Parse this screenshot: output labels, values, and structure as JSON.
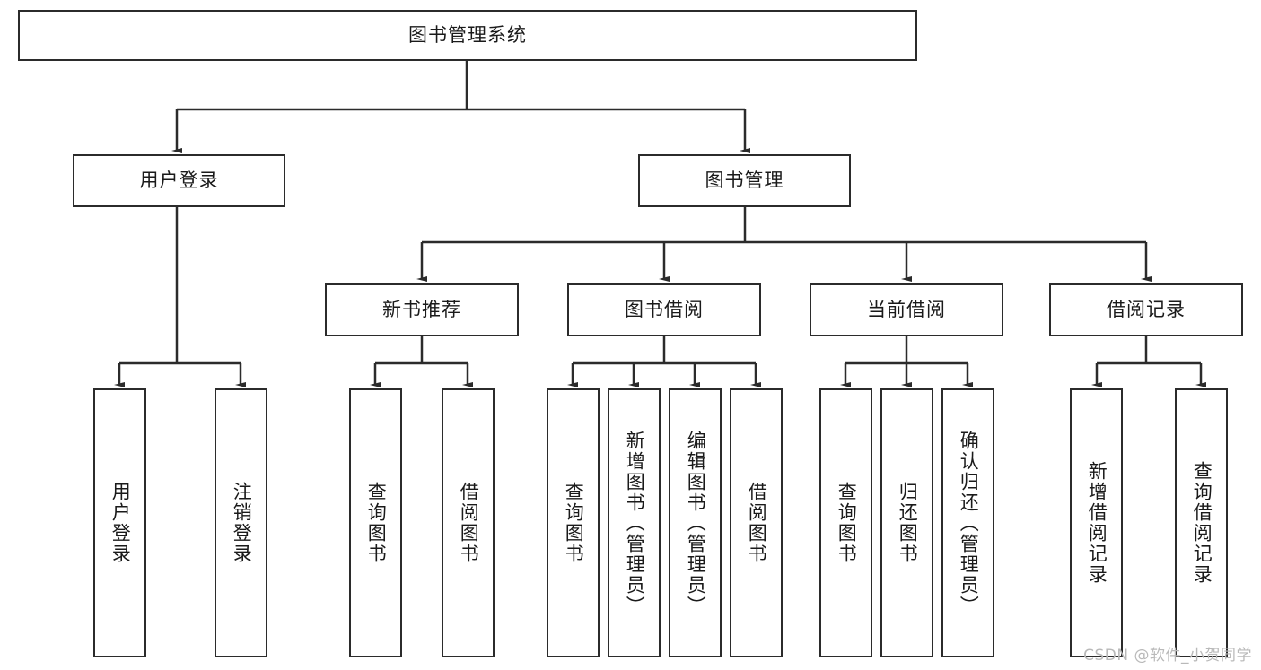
{
  "diagram": {
    "title": "图书管理系统",
    "type": "tree-hierarchy",
    "root": {
      "label": "图书管理系统"
    },
    "level2": [
      {
        "label": "用户登录"
      },
      {
        "label": "图书管理"
      }
    ],
    "level3": [
      {
        "label": "新书推荐"
      },
      {
        "label": "图书借阅"
      },
      {
        "label": "当前借阅"
      },
      {
        "label": "借阅记录"
      }
    ],
    "leaves": {
      "user_login": [
        {
          "label": "用户登录"
        },
        {
          "label": "注销登录"
        }
      ],
      "new_book_recommend": [
        {
          "label": "查询图书"
        },
        {
          "label": "借阅图书"
        }
      ],
      "book_borrow": [
        {
          "label": "查询图书"
        },
        {
          "label": "新增图书（管理员）"
        },
        {
          "label": "编辑图书（管理员）"
        },
        {
          "label": "借阅图书"
        }
      ],
      "current_borrow": [
        {
          "label": "查询图书"
        },
        {
          "label": "归还图书"
        },
        {
          "label": "确认归还（管理员）"
        }
      ],
      "borrow_record": [
        {
          "label": "新增借阅记录"
        },
        {
          "label": "查询借阅记录"
        }
      ]
    },
    "watermark": "CSDN @软件_小贺同学",
    "colors": {
      "stroke": "#2b2b2b",
      "fill": "#ffffff",
      "text": "#1a1a1a",
      "watermark": "#b9b9b9"
    }
  }
}
